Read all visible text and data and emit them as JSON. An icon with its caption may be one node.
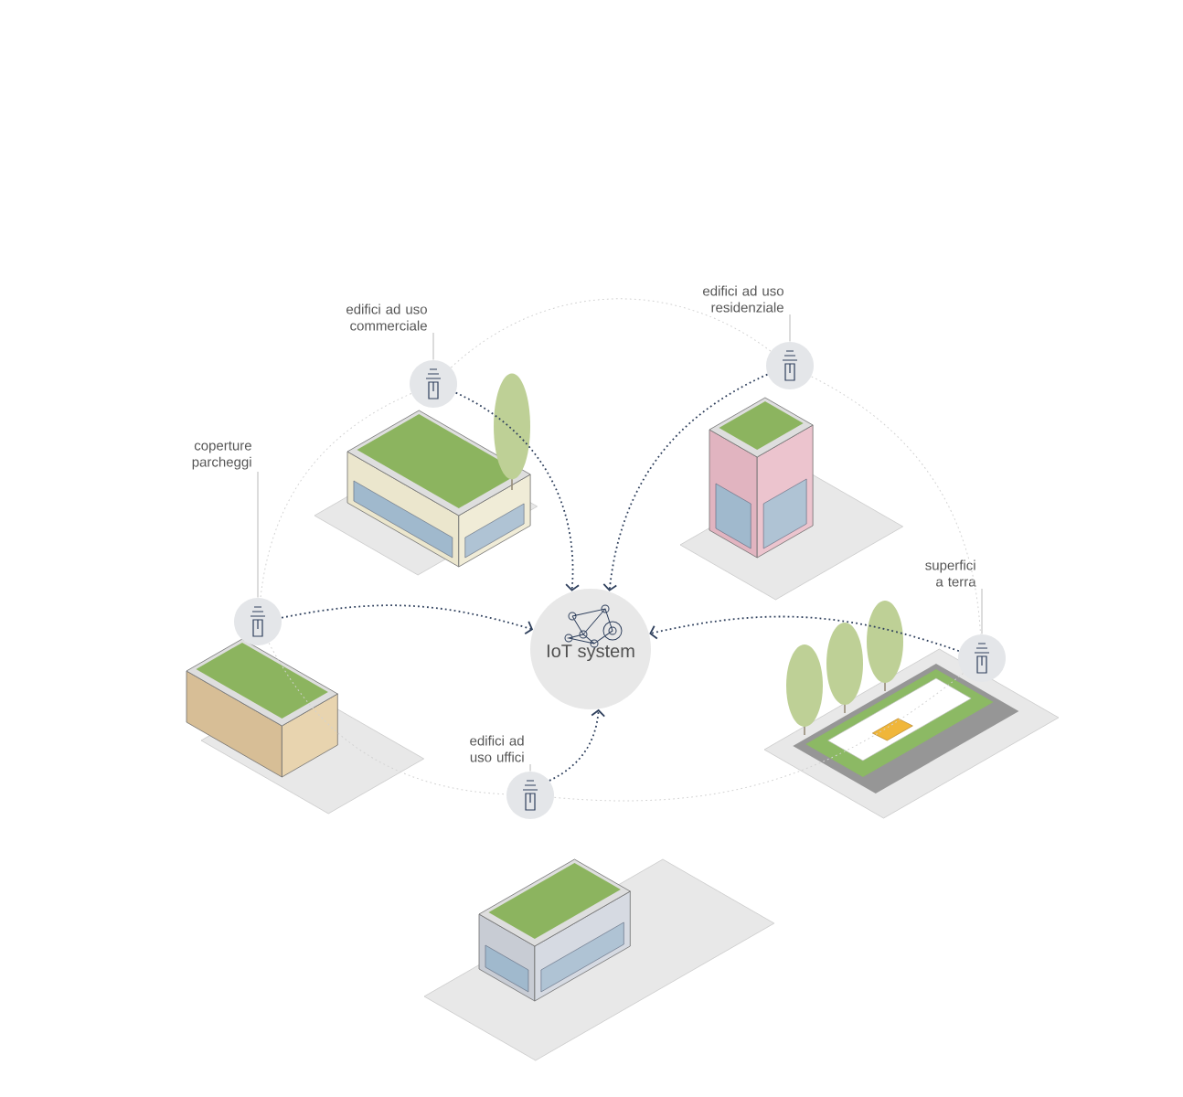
{
  "diagram": {
    "nodes": [
      {
        "text": [
          "IoT system"
        ]
      },
      {
        "text": [
          "edifici ad uso commerciale"
        ]
      },
      {
        "text": [],
        "shape": "circle"
      },
      {
        "text": [
          "edifici ad uso residenziale"
        ]
      },
      {
        "text": [],
        "shape": "circle"
      },
      {
        "text": [
          "coperture parcheggi"
        ]
      },
      {
        "text": [],
        "shape": "circle"
      },
      {
        "text": [
          "superfici a terra"
        ]
      },
      {
        "text": [],
        "shape": "circle"
      },
      {
        "text": [
          "edifici ad uso uffici"
        ]
      },
      {
        "text": [],
        "shape": "circle"
      }
    ],
    "edges": [
      {
        "from": 1,
        "to": 2,
        "arrow": "none"
      },
      {
        "from": 3,
        "to": 4,
        "arrow": "none"
      },
      {
        "from": 5,
        "to": 6,
        "arrow": "none"
      },
      {
        "from": 7,
        "to": 8,
        "arrow": "none"
      },
      {
        "from": 9,
        "to": 10,
        "arrow": "none"
      },
      {
        "from": 2,
        "to": 0,
        "arrow": "to",
        "style": "dashed",
        "color": "#2e3f5c"
      },
      {
        "from": 4,
        "to": 0,
        "arrow": "to",
        "style": "dashed",
        "color": "#2e3f5c"
      },
      {
        "from": 6,
        "to": 0,
        "arrow": "to",
        "style": "dashed",
        "color": "#2e3f5c"
      },
      {
        "from": 8,
        "to": 0,
        "arrow": "to",
        "style": "dashed",
        "color": "#2e3f5c"
      },
      {
        "from": 10,
        "to": 0,
        "arrow": "to",
        "style": "dashed",
        "color": "#2e3f5c"
      },
      {
        "from": 2,
        "to": 4,
        "arrow": "none",
        "style": "dashed",
        "color": "#d2d2d2"
      },
      {
        "from": 4,
        "to": 8,
        "arrow": "none",
        "style": "dashed",
        "color": "#d2d2d2"
      },
      {
        "from": 2,
        "to": 6,
        "arrow": "none",
        "style": "dashed",
        "color": "#d2d2d2"
      },
      {
        "from": 6,
        "to": 10,
        "arrow": "none",
        "style": "dashed",
        "color": "#d2d2d2"
      },
      {
        "from": 10,
        "to": 8,
        "arrow": "none",
        "style": "dashed",
        "color": "#d2d2d2"
      }
    ]
  }
}
